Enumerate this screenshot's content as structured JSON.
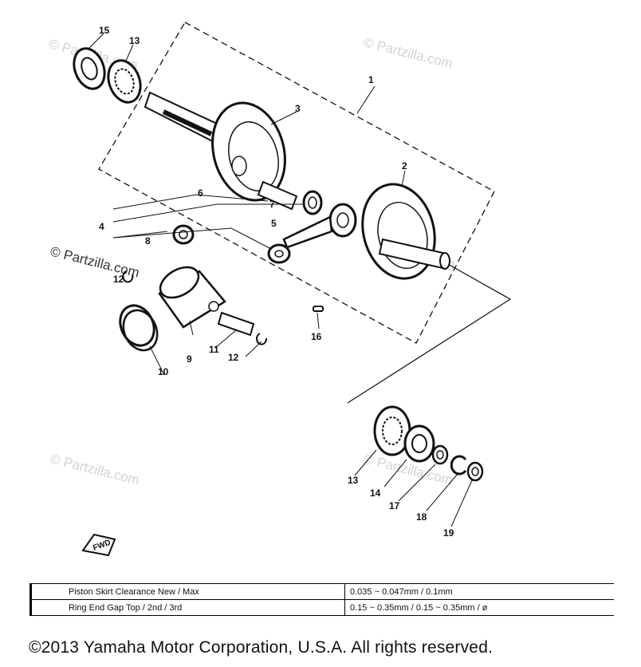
{
  "diagram": {
    "callouts": [
      "1",
      "2",
      "3",
      "4",
      "5",
      "6",
      "7",
      "8",
      "9",
      "10",
      "11",
      "12",
      "12",
      "13",
      "13",
      "14",
      "15",
      "16",
      "17",
      "18",
      "19"
    ],
    "watermarks": [
      "© Partzilla.com",
      "© Partzilla.com",
      "© Partzilla.com",
      "© Partzilla.com",
      "© Partzilla.com",
      "© Partzilla.com"
    ],
    "fwd_label": "FWD"
  },
  "specs": {
    "rows": [
      {
        "label": "Piston Skirt Clearance New / Max",
        "value": "0.035 ~ 0.047mm / 0.1mm"
      },
      {
        "label": "Ring End Gap Top / 2nd / 3rd",
        "value": "0.15 ~ 0.35mm / 0.15 ~ 0.35mm / ø"
      }
    ]
  },
  "footer": {
    "copyright": "©2013  Yamaha Motor Corporation, U.S.A. All rights reserved."
  }
}
